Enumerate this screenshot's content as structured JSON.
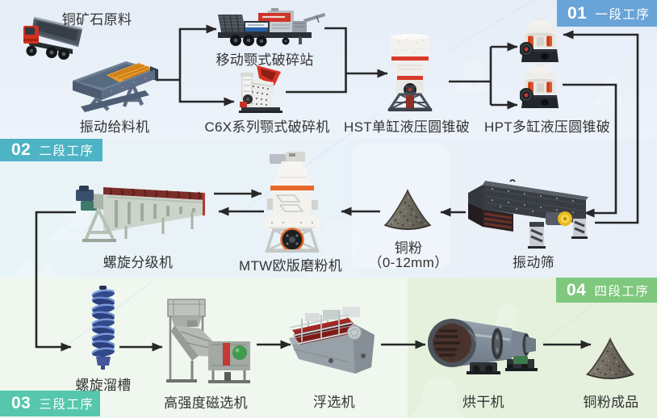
{
  "stage_badges": [
    {
      "number": "01",
      "label": "一段工序"
    },
    {
      "number": "02",
      "label": "二段工序"
    },
    {
      "number": "03",
      "label": "三段工序"
    },
    {
      "number": "04",
      "label": "四段工序"
    }
  ],
  "machines": {
    "raw_material": {
      "label": "铜矿石原料"
    },
    "vibrating_feeder": {
      "label": "振动给料机"
    },
    "mobile_jaw_crusher": {
      "label": "移动颚式破碎站"
    },
    "c6x_jaw_crusher": {
      "label": "C6X系列颚式破碎机"
    },
    "hst_cone_crusher": {
      "label": "HST单缸液压圆锥破"
    },
    "hpt_cone_crusher": {
      "label": "HPT多缸液压圆锥破"
    },
    "vibrating_screen": {
      "label": "振动筛"
    },
    "copper_powder": {
      "label": "铜粉",
      "sublabel": "（0-12mm）"
    },
    "mtw_mill": {
      "label": "MTW欧版磨粉机"
    },
    "spiral_classifier": {
      "label": "螺旋分级机"
    },
    "spiral_chute": {
      "label": "螺旋溜槽"
    },
    "magnetic_separator": {
      "label": "高强度磁选机"
    },
    "flotation_machine": {
      "label": "浮选机"
    },
    "dryer": {
      "label": "烘干机"
    },
    "copper_product": {
      "label": "铜粉成品"
    }
  },
  "colors": {
    "stage1_badge": "#69a4d8",
    "stage2_badge": "#4db3c5",
    "stage3_badge": "#56c7ac",
    "stage4_badge": "#7fc87d",
    "arrow": "#272727",
    "band_top": "#e8eff7",
    "band_middle": "#e9f2f8",
    "band_bottom": "#eff7ee",
    "stage4_panel": "#e5f1dd",
    "label_text": "#333333"
  }
}
